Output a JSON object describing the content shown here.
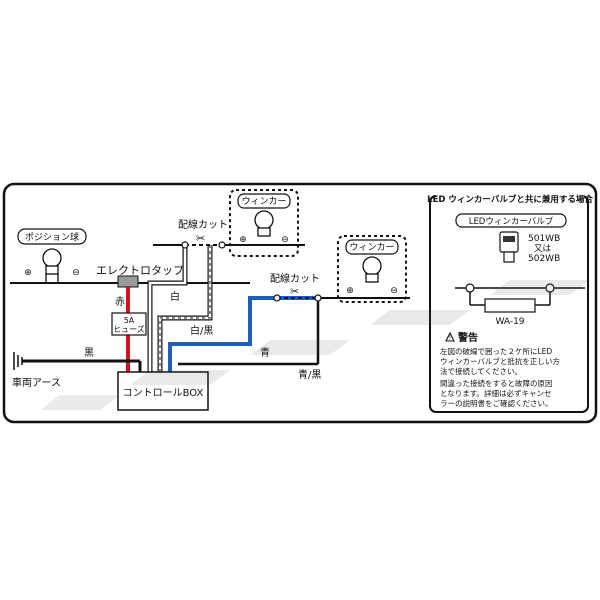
{
  "labels": {
    "position_bulb": "ポジション球",
    "electro_tap": "エレクトロタップ",
    "wire_red": "赤",
    "fuse_line1": "5A",
    "fuse_line2": "ヒューズ",
    "wire_white": "白",
    "wire_white_black": "白/黒",
    "wire_black": "黒",
    "vehicle_ground": "車両アース",
    "control_box": "コントロールBOX",
    "wire_blue": "青",
    "wire_blue_black": "青/黒",
    "wiring_cut_1": "配線カット",
    "wiring_cut_2": "配線カット",
    "winker_1": "ウィンカー",
    "winker_2": "ウィンカー",
    "plus": "⊕",
    "minus": "⊖"
  },
  "inset": {
    "title": "LED ウィンカーバルブと共に兼用する場合",
    "led_bulb_label": "LEDウィンカーバルブ",
    "model_a": "501WB",
    "or_text": "又は",
    "model_b": "502WB",
    "resistor": "WA-19",
    "warning_title": "警告",
    "warning_lines": [
      "左図の破線で囲った２ケ所にLED",
      "ウィンカーバルブと抵抗を正しい方",
      "法で接続してください。",
      "間違った接続をすると故障の原因",
      "となります。詳細は必ずキャンセ",
      "ラーの説明書をご確認ください。"
    ]
  },
  "colors": {
    "red_wire": "#d0101a",
    "blue_wire": "#1f5fb8",
    "black_wire": "#111111",
    "white_wire": "#ffffff"
  }
}
